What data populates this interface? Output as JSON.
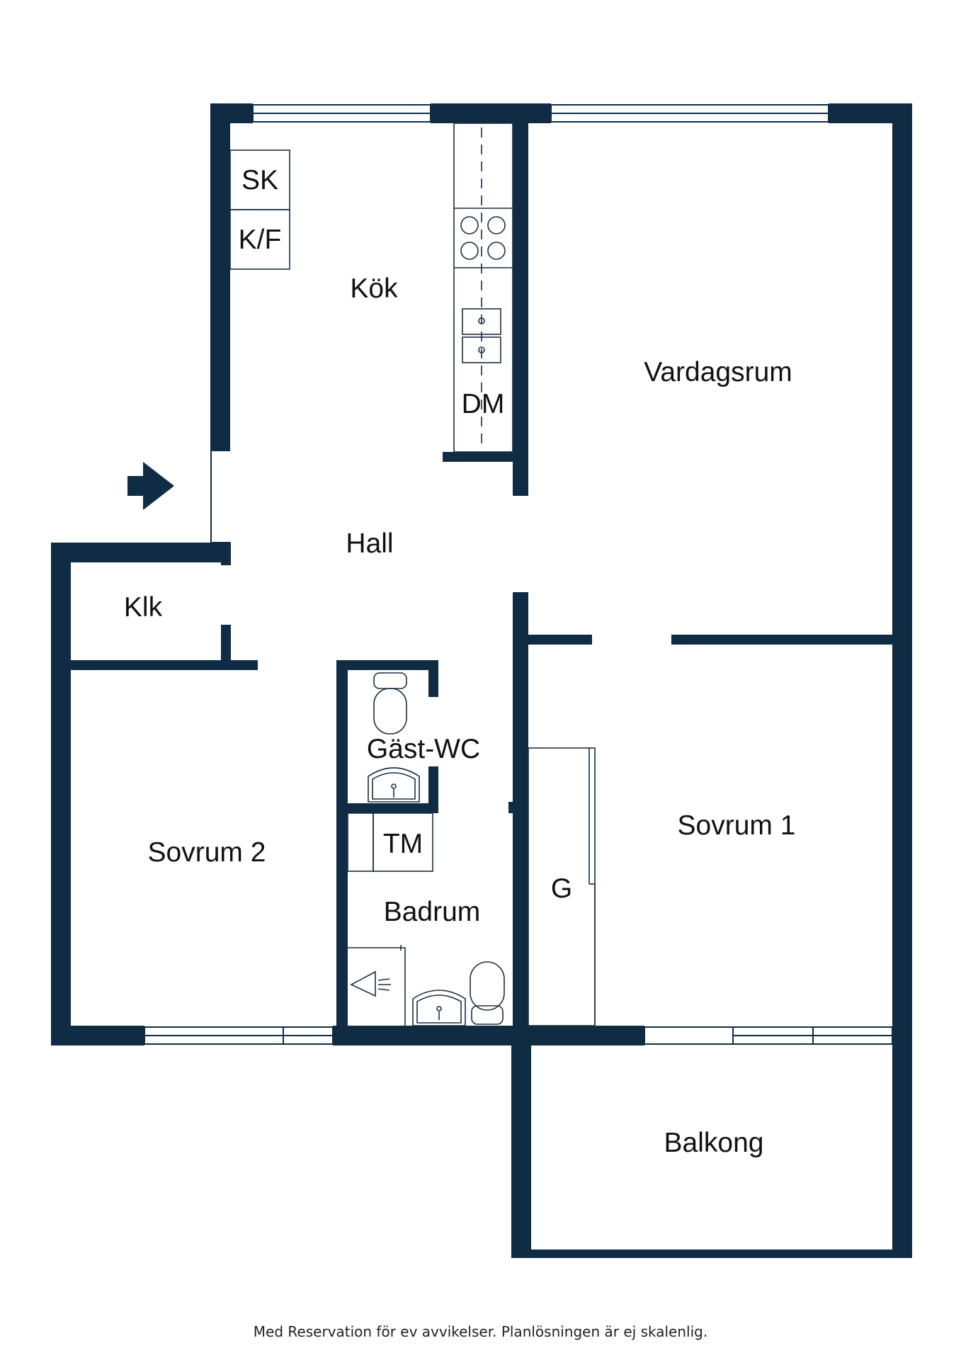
{
  "colors": {
    "wall": "#0f2c44",
    "fixture_line": "#1c2f40",
    "background": "#ffffff"
  },
  "rooms": {
    "kok": "Kök",
    "vardagsrum": "Vardagsrum",
    "hall": "Hall",
    "klk": "Klk",
    "gast_wc": "Gäst-WC",
    "sovrum_2": "Sovrum 2",
    "sovrum_1": "Sovrum 1",
    "badrum": "Badrum",
    "balkong": "Balkong"
  },
  "fixtures": {
    "sk": "SK",
    "kf": "K/F",
    "dm": "DM",
    "tm": "TM",
    "g": "G"
  },
  "icons": {
    "entrance": "entrance-arrow-icon",
    "stove": "stove-icon",
    "sink": "sink-icon",
    "toilet": "toilet-icon",
    "shower": "shower-icon"
  },
  "footer": {
    "disclaimer": "Med Reservation för ev avvikelser. Planlösningen är ej skalenlig."
  }
}
